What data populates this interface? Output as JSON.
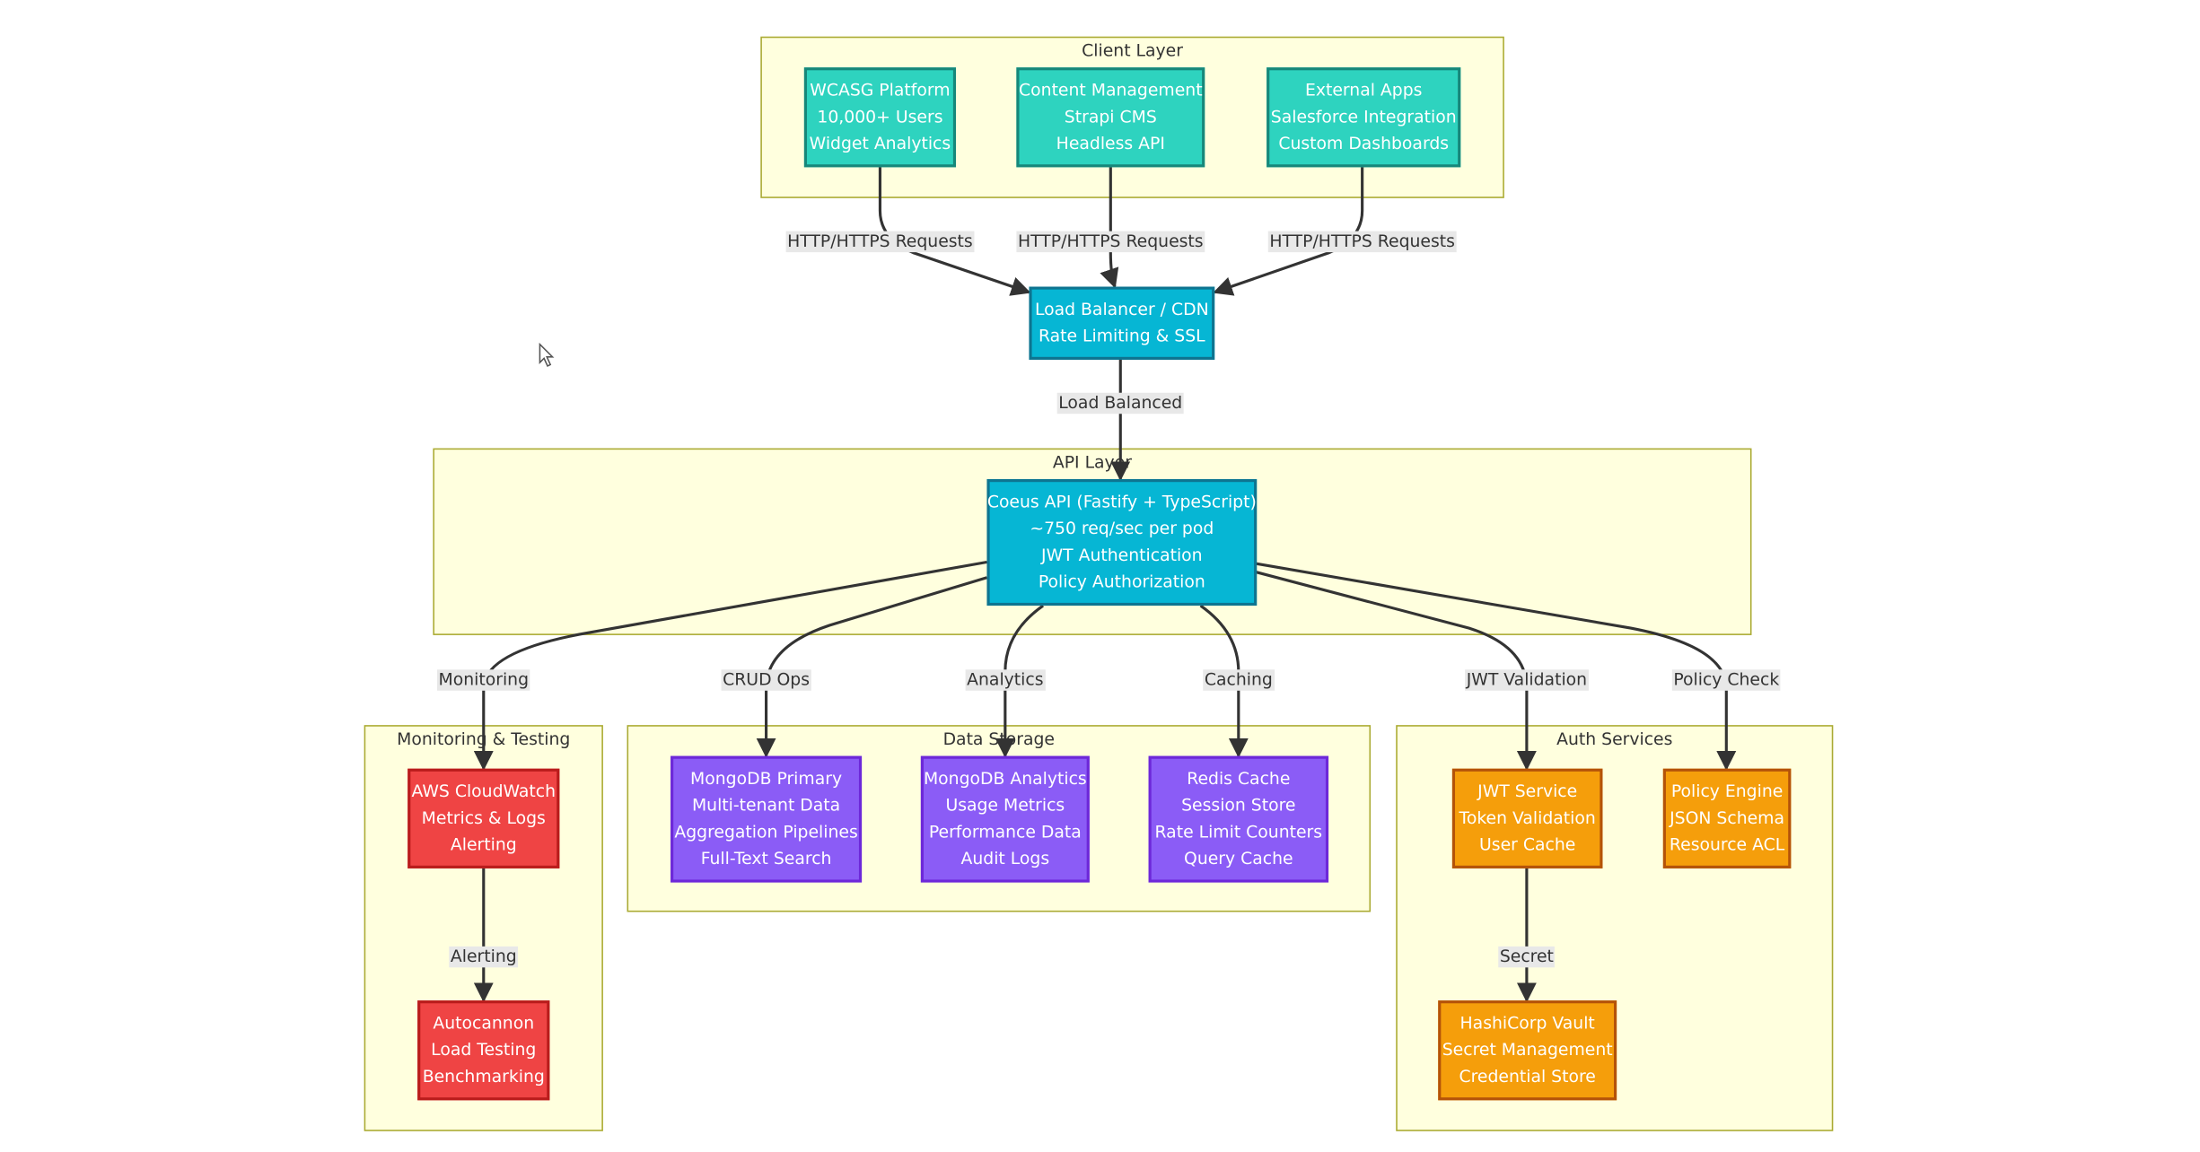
{
  "groups": {
    "client": "Client Layer",
    "api": "API Layer",
    "monitoring": "Monitoring & Testing",
    "storage": "Data Storage",
    "auth": "Auth Services"
  },
  "nodes": {
    "wcasg": [
      "WCASG Platform",
      "10,000+ Users",
      "Widget Analytics"
    ],
    "cms": [
      "Content Management",
      "Strapi CMS",
      "Headless API"
    ],
    "external": [
      "External Apps",
      "Salesforce Integration",
      "Custom Dashboards"
    ],
    "lb": [
      "Load Balancer / CDN",
      "Rate Limiting & SSL"
    ],
    "api": [
      "Coeus API (Fastify + TypeScript)",
      "~750 req/sec per pod",
      "JWT Authentication",
      "Policy Authorization"
    ],
    "cloudwatch": [
      "AWS CloudWatch",
      "Metrics & Logs",
      "Alerting"
    ],
    "autocannon": [
      "Autocannon",
      "Load Testing",
      "Benchmarking"
    ],
    "mongo_primary": [
      "MongoDB Primary",
      "Multi-tenant Data",
      "Aggregation Pipelines",
      "Full-Text Search"
    ],
    "mongo_analytics": [
      "MongoDB Analytics",
      "Usage Metrics",
      "Performance Data",
      "Audit Logs"
    ],
    "redis": [
      "Redis Cache",
      "Session Store",
      "Rate Limit Counters",
      "Query Cache"
    ],
    "jwt": [
      "JWT Service",
      "Token Validation",
      "User Cache"
    ],
    "policy": [
      "Policy Engine",
      "JSON Schema",
      "Resource ACL"
    ],
    "vault": [
      "HashiCorp Vault",
      "Secret Management",
      "Credential Store"
    ]
  },
  "edges": {
    "http1": "HTTP/HTTPS Requests",
    "http2": "HTTP/HTTPS Requests",
    "http3": "HTTP/HTTPS Requests",
    "load_balanced": "Load Balanced",
    "monitoring": "Monitoring",
    "crud": "CRUD Ops",
    "analytics": "Analytics",
    "caching": "Caching",
    "jwt_validation": "JWT Validation",
    "policy_check": "Policy Check",
    "alerting": "Alerting",
    "secret": "Secret"
  },
  "colors": {
    "client_node": "#2ed3bf",
    "core_node": "#06b6d4",
    "storage_node": "#8b5cf6",
    "monitoring_node": "#ef4444",
    "auth_node": "#f59e0b",
    "group_fill": "#ffffde",
    "group_border": "#aaaa33",
    "edge": "#333333"
  }
}
